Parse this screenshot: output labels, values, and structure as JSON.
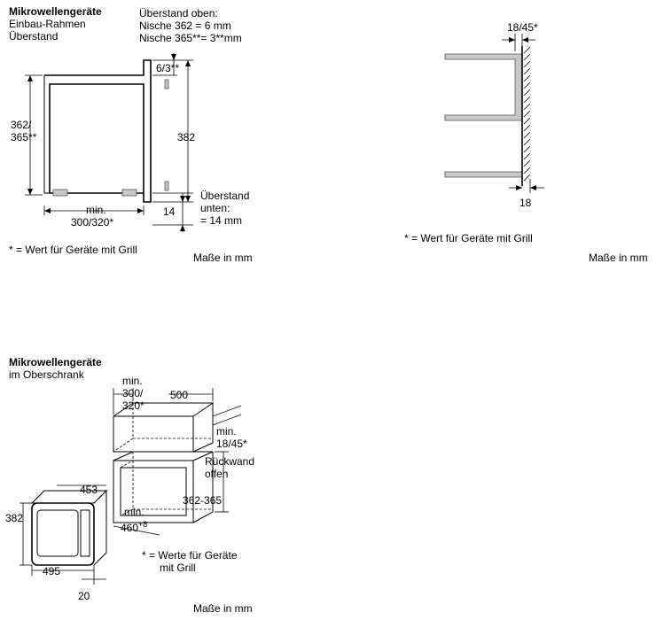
{
  "diagram1": {
    "title": "Mikrowellengeräte",
    "subtitle1": "Einbau-Rahmen",
    "subtitle2": "Überstand",
    "top_note1": "Überstand oben:",
    "top_note2": "Nische 362 = 6 mm",
    "top_note3": "Nische 365**= 3**mm",
    "dim_overhang": "6/3**",
    "dim_height_a": "362/",
    "dim_height_b": "365**",
    "dim_382": "382",
    "dim_14": "14",
    "bottom_note1": "Überstand",
    "bottom_note2": "unten:",
    "bottom_note3": "= 14 mm",
    "dim_width_a": "min.",
    "dim_width_b": "300/320*",
    "footnote": "* = Wert für Geräte mit Grill",
    "units": "Maße in mm"
  },
  "diagram2": {
    "dim_top": "18/45*",
    "dim_bottom": "18",
    "footnote": "* = Wert für Geräte mit Grill",
    "units": "Maße in mm"
  },
  "diagram3": {
    "title": "Mikrowellengeräte",
    "subtitle": "im Oberschrank",
    "dim_min": "min.",
    "dim_300": "300/",
    "dim_320": "320*",
    "dim_500": "500",
    "dim_min2": "min.",
    "dim_1845": "18/45*",
    "rueckwand1": "Rückwand",
    "rueckwand2": "offen",
    "dim_362365": "362-365",
    "dim_min3": "min.",
    "dim_460": "460",
    "dim_460_sup": "+8",
    "dim_453": "453",
    "dim_382": "382",
    "dim_495": "495",
    "dim_20": "20",
    "footnote1": "* = Werte für Geräte",
    "footnote2": "mit Grill",
    "units": "Maße in mm"
  }
}
